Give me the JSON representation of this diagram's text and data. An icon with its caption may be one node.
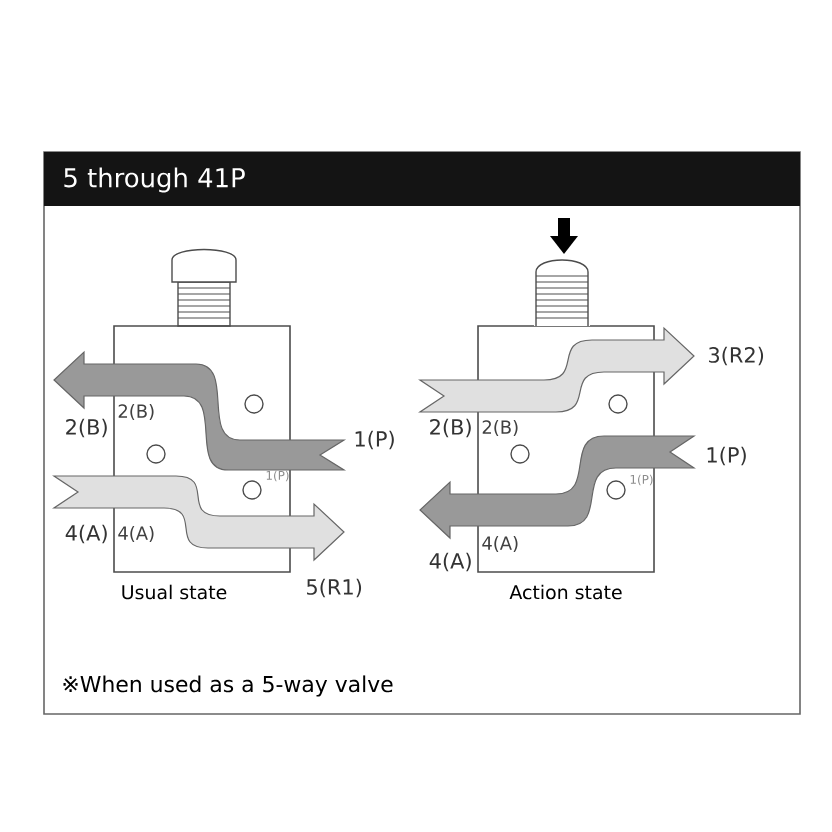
{
  "diagram": {
    "title": "5 through 41P",
    "labels": [
      "2(B)",
      "2(B)",
      "1(P)",
      "1(P)",
      "4(A)",
      "4(A)",
      "5(R1)",
      "Usual state",
      "3(R2)",
      "2(B)",
      "2(B)",
      "1(P)",
      "1(P)",
      "4(A)",
      "4(A)",
      "Action state",
      "※When used as a 5-way valve"
    ]
  }
}
